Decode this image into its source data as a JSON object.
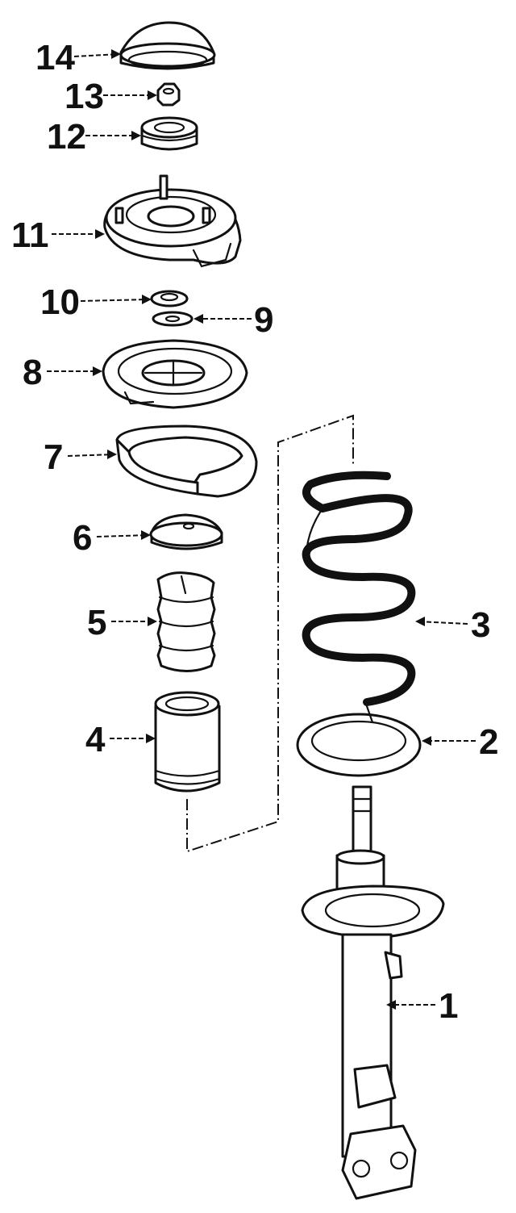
{
  "callouts": [
    "1",
    "2",
    "3",
    "4",
    "5",
    "6",
    "7",
    "8",
    "9",
    "10",
    "11",
    "12",
    "13",
    "14"
  ]
}
